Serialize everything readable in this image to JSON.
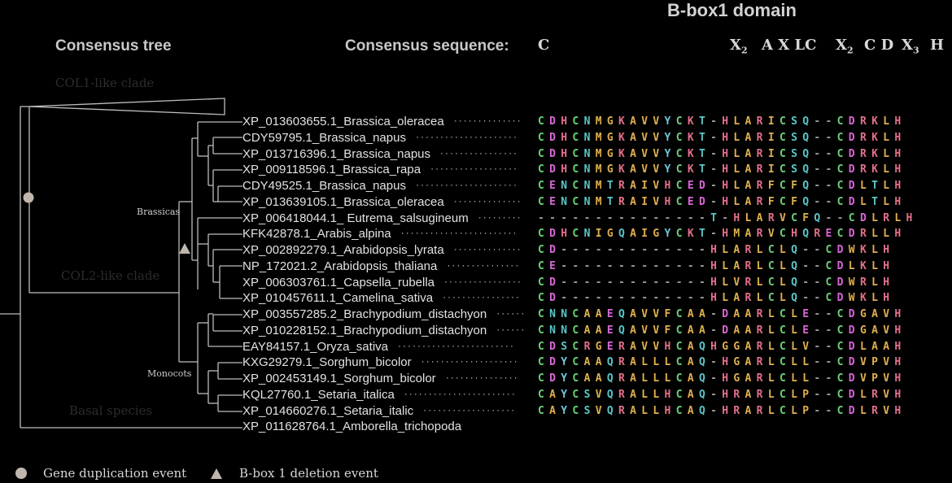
{
  "header": {
    "domain_title": "B-box1 domain",
    "tree_title": "Consensus tree",
    "consensus_label": "Consensus sequence:",
    "motif": {
      "c": "C",
      "x_a": "X",
      "x_a_sub": "2",
      "axlc": "A X LC",
      "x_b": "X",
      "x_b_sub": "2",
      "cd": "C D",
      "x_c": "X",
      "x_c_sub": "3",
      "h": "H"
    }
  },
  "ghost_labels": {
    "top": "COL1-like clade",
    "middle": "COL2-like clade",
    "bottom": "Basal species"
  },
  "clades": {
    "brassicas": "Brassicas",
    "monocots": "Monocots"
  },
  "taxa": [
    "XP_013603655.1_Brassica_oleracea",
    "CDY59795.1_Brassica_napus",
    "XP_013716396.1_Brassica_napus",
    "XP_009118596.1_Brassica_rapa",
    "CDY49525.1_Brassica_napus",
    "XP_013639105.1_Brassica_oleracea",
    "XP_006418044.1_ Eutrema_salsugineum",
    "KFK42878.1_Arabis_alpina",
    "XP_002892279.1_Arabidopsis_lyrata",
    "NP_172021.2_Arabidopsis_thaliana",
    "XP_006303761.1_Capsella_rubella",
    "XP_010457611.1_Camelina_sativa",
    "XP_003557285.2_Brachypodium_distachyon",
    "XP_010228152.1_Brachypodium_distachyon",
    "EAY84157.1_Oryza_sativa",
    "KXG29279.1_Sorghum_bicolor",
    "XP_002453149.1_Sorghum_bicolor",
    "KQL27760.1_Setaria_italica",
    "XP_014660276.1_Setaria_italic",
    "XP_011628764.1_Amborella_trichopoda"
  ],
  "sequences": [
    "CDHCNMGKAVVYCKT-HLARICSQ--CDRKLH",
    "CDHCNMGKAVVYCKT-HLARICSQ--CDRKLH",
    "CDHCNMGKAVVYCKT-HLARICSQ--CDRKLH",
    "CDHCNMGKAVVYCKT-HLARICSQ--CDRKLH",
    "CENCNMTRAIVHCED-HLARFCFQ--CDLTLH",
    "CENCNMTRAIVHCED-HLARFCFQ--CDLTLH",
    "---------------T-HLARVCFQ--CDLRLH",
    "CDHCNIGQAIGYCKT-HMARVCHQRECDRLLH",
    "CD-------------HLARLCLQ--CDWKLH",
    "CE-------------HLARLCLQ--CDLKLH",
    "CD-------------HLVRLCLQ--CDWRLH",
    "CD-------------HLARLCLQ--CDWKLH",
    "CNNCAAEQAVVFCAA-DAARLCLE--CDGAVH",
    "CNNCAAEQAVVFCAA-DAARLCLE--CDGAVH",
    "CDSCRGERAVVHCAQHGGARLCLV--CDLAAH",
    "CDYCAAQRALLLCAQ-HGARLCLL--CDVPVH",
    "CDYCAAQRALLLCAQ-HGARLCLL--CDVPVH",
    "CAYCSVQRALLHCAQ-HRARLCLP--CDLRVH",
    "CAYCSVQRALLHCAQ-HRARLCLP--CDLRVH"
  ],
  "residue_colors": {
    "C": "#6ad27a",
    "D": "#d966d6",
    "E": "#d966d6",
    "H": "#e2718a",
    "K": "#e2718a",
    "R": "#e2718a",
    "N": "#5cc6c8",
    "Q": "#5cc6c8",
    "S": "#5cc6c8",
    "T": "#5cc6c8",
    "M": "#e0b04e",
    "A": "#e0b04e",
    "V": "#e0b04e",
    "L": "#e0b04e",
    "I": "#e0b04e",
    "G": "#e0b04e",
    "P": "#e0b04e",
    "F": "#e0b04e",
    "W": "#e0b04e",
    "Y": "#6fc7d6",
    "-": "#9a9a9a"
  },
  "legend": {
    "duplication": "Gene duplication event",
    "deletion": "B-box 1 deletion event"
  },
  "colors": {
    "tree_line": "#bdbdbd",
    "marker": "#bfb6ae"
  }
}
